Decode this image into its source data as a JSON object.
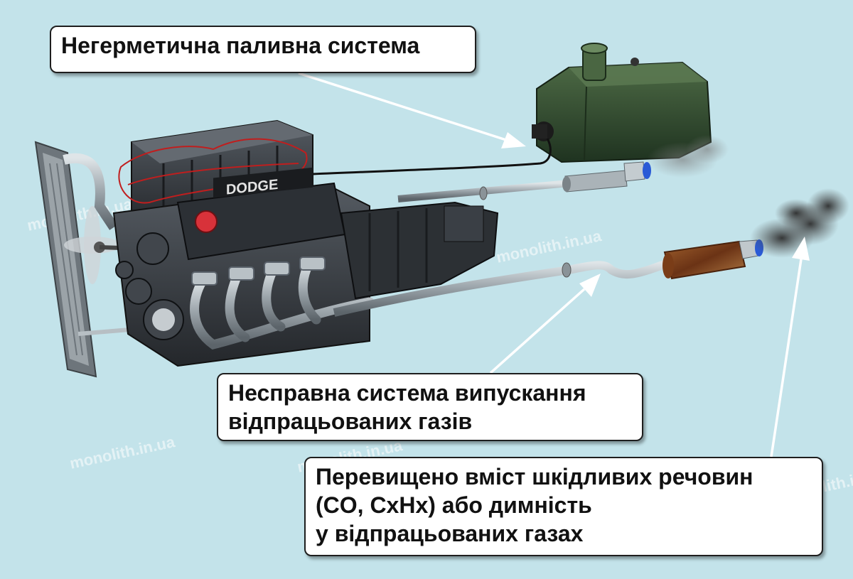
{
  "callouts": {
    "fuel_system": {
      "lines": [
        "Негерметична паливна система"
      ]
    },
    "exhaust_system": {
      "lines": [
        "Несправна система випускання",
        "відпрацьованих газів"
      ]
    },
    "emissions": {
      "lines": [
        "Перевищено вміст шкідливих речовин",
        "(CO, CxHx) або димність",
        "у відпрацьованих газах"
      ]
    }
  },
  "engine_brand": "DODGE",
  "watermark": "monolith.in.ua",
  "colors": {
    "background": "#c3e3ea",
    "fuel_tank": "#2f4a2c",
    "engine_block": "#3a3f45",
    "pipe": "#a9b2b8",
    "rust": "#8a4a22",
    "smoke": "#3c3c3c",
    "arrow": "#ffffff"
  }
}
